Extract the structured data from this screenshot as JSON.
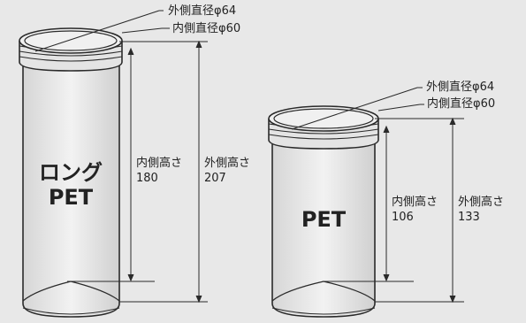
{
  "long_pet": {
    "title_line1": "ロング",
    "title_line2": "PET",
    "outer_diameter": "外側直径φ64",
    "inner_diameter": "内側直径φ60",
    "inner_height_label": "内側高さ",
    "inner_height_value": "180",
    "outer_height_label": "外側高さ",
    "outer_height_value": "207"
  },
  "pet": {
    "title": "PET",
    "outer_diameter": "外側直径φ64",
    "inner_diameter": "内側直径φ60",
    "inner_height_label": "内側高さ",
    "inner_height_value": "106",
    "outer_height_label": "外側高さ",
    "outer_height_value": "133"
  },
  "colors": {
    "background": "#e8e8e8",
    "outline": "#2a2a2a",
    "text": "#222222"
  }
}
